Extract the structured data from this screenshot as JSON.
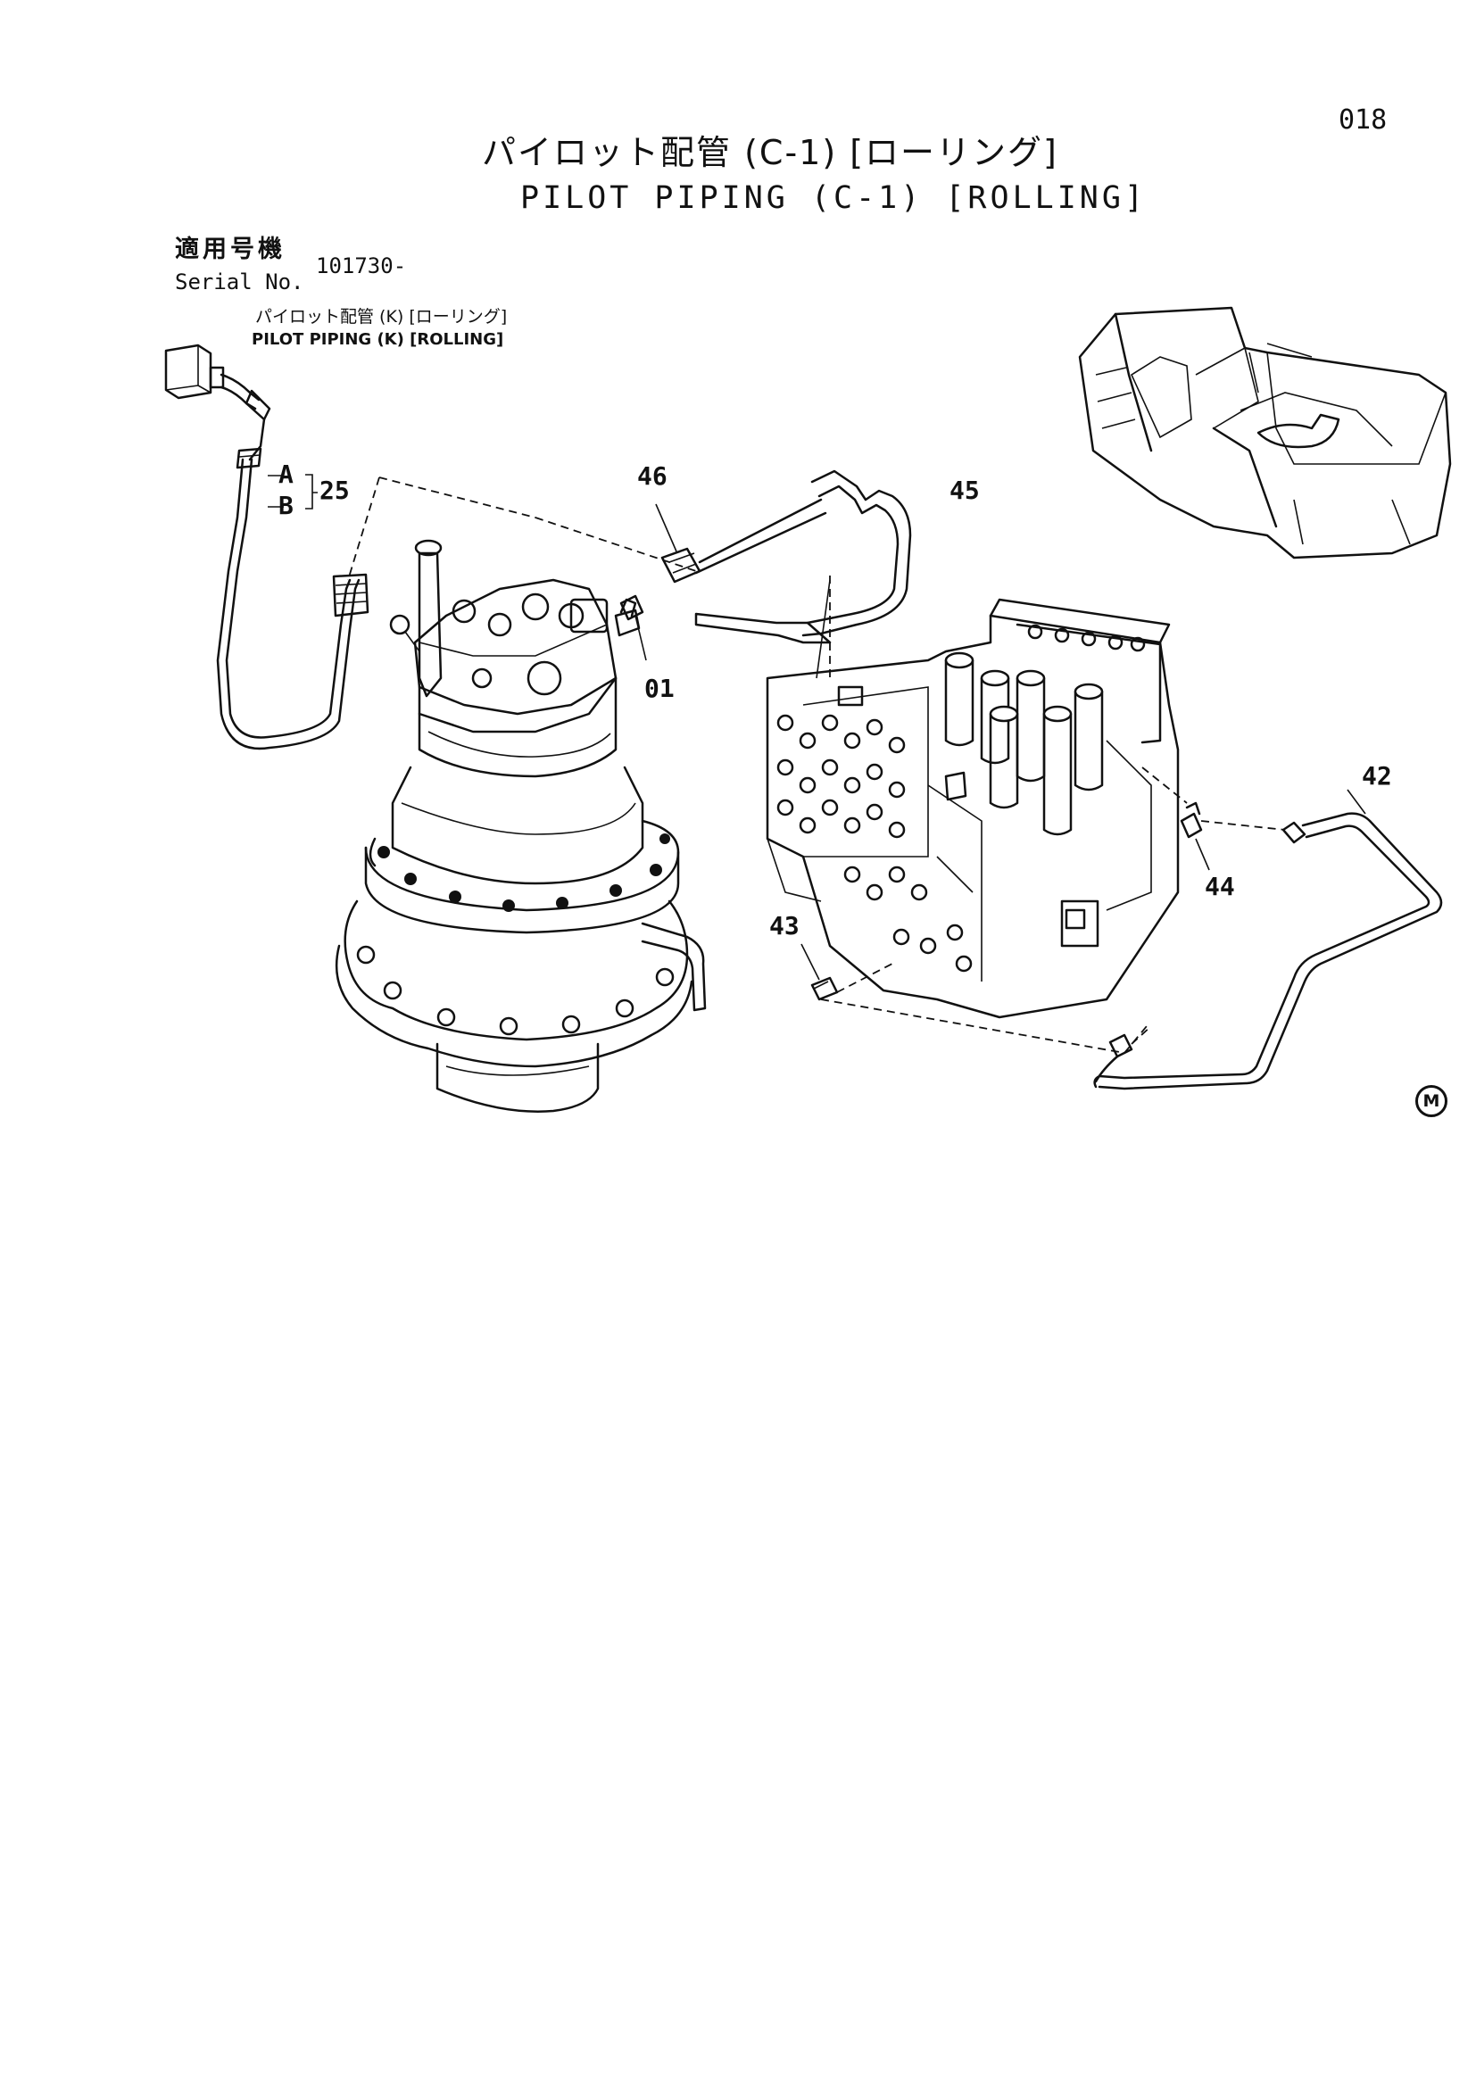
{
  "page": {
    "number": "018"
  },
  "title": {
    "japanese": "パイロット配管 (C-1) [ローリング]",
    "english": "PILOT PIPING (C-1) [ROLLING]"
  },
  "serial": {
    "label_japanese": "適用号機",
    "label_english": "Serial No.",
    "value": "101730-"
  },
  "reference": {
    "japanese": "パイロット配管 (K) [ローリング]",
    "english": "PILOT PIPING (K) [ROLLING]"
  },
  "callouts": {
    "a": "A",
    "b": "B",
    "c25": "25",
    "c46": "46",
    "c45": "45",
    "c01": "01",
    "c42": "42",
    "c44": "44",
    "c43": "43"
  },
  "mark": "M",
  "icons": [
    "swing-motor-drawing",
    "control-valve-drawing",
    "excavator-outline-drawing",
    "hose-drawing",
    "pipe-drawing"
  ]
}
